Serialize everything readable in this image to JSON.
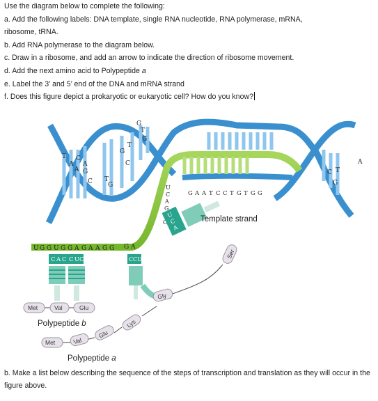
{
  "instructions": {
    "intro": "Use the diagram below to complete the following:",
    "a1": "a. Add the following labels: DNA template, single RNA nucleotide, RNA polymerase, mRNA,",
    "a2": "ribosome, tRNA.",
    "b": "b. Add RNA polymerase to the diagram below.",
    "c": "c. Draw in a ribosome, and add an arrow to indicate the direction of ribosome movement.",
    "d_prefix": "d. Add the next amino acid to Polypeptide ",
    "d_var": "a",
    "e": "e. Label the 3’ and 5’ end of the DNA and mRNA strand",
    "f": "f. Does this figure depict a prokaryotic or eukaryotic cell? How do you know?"
  },
  "figure": {
    "template_strand_label": "Template strand",
    "template_bases": [
      "G",
      "A",
      "A",
      "T",
      "C",
      "C",
      "T",
      "G",
      "T",
      "G",
      "G"
    ],
    "mrna_bases": [
      "U",
      "G",
      "G",
      "U",
      "G",
      "G",
      "A",
      "G",
      "A",
      "A",
      "G",
      "G",
      "G",
      "A"
    ],
    "anticodon_1": [
      "C",
      "A",
      "C"
    ],
    "anticodon_2": [
      "C",
      "U",
      "C"
    ],
    "anticodon_3": [
      "C",
      "C",
      "U"
    ],
    "anticodon_4": [
      "U",
      "C",
      "A"
    ],
    "anticodon_4b": [
      "C",
      "C",
      "U"
    ],
    "mrna_diag_bases": [
      "U",
      "C",
      "A",
      "G",
      "U",
      "C"
    ],
    "dna_left_top": [
      "T",
      "A",
      "C",
      "G",
      "A",
      "T",
      "G"
    ],
    "dna_left_bottom": [
      "A",
      "G",
      "C",
      "T",
      "C",
      "T",
      "G",
      "G"
    ],
    "dna_right_top": [
      "A"
    ],
    "dna_right_bottom": [
      "C",
      "T",
      "G"
    ],
    "amino_acids": {
      "met_b": "Met",
      "val_b": "Val",
      "glu_b": "Glu",
      "met_a": "Met",
      "val_a": "Val",
      "glu_a": "Glu",
      "lys": "Lys",
      "gly": "Gly",
      "ser": "Ser"
    },
    "polypeptide_b_prefix": "Polypeptide ",
    "polypeptide_b_var": "b",
    "polypeptide_a_prefix": "Polypeptide ",
    "polypeptide_a_var": "a"
  },
  "question2": {
    "text": "b. Make a list below describing the sequence of the steps of transcription and translation as they will occur in the figure above."
  },
  "colors": {
    "dna_blue": "#3a8fcf",
    "rna_green": "#8cc63f",
    "trna_teal": "#27a58a",
    "amino_pill": "#e7e2ea"
  }
}
